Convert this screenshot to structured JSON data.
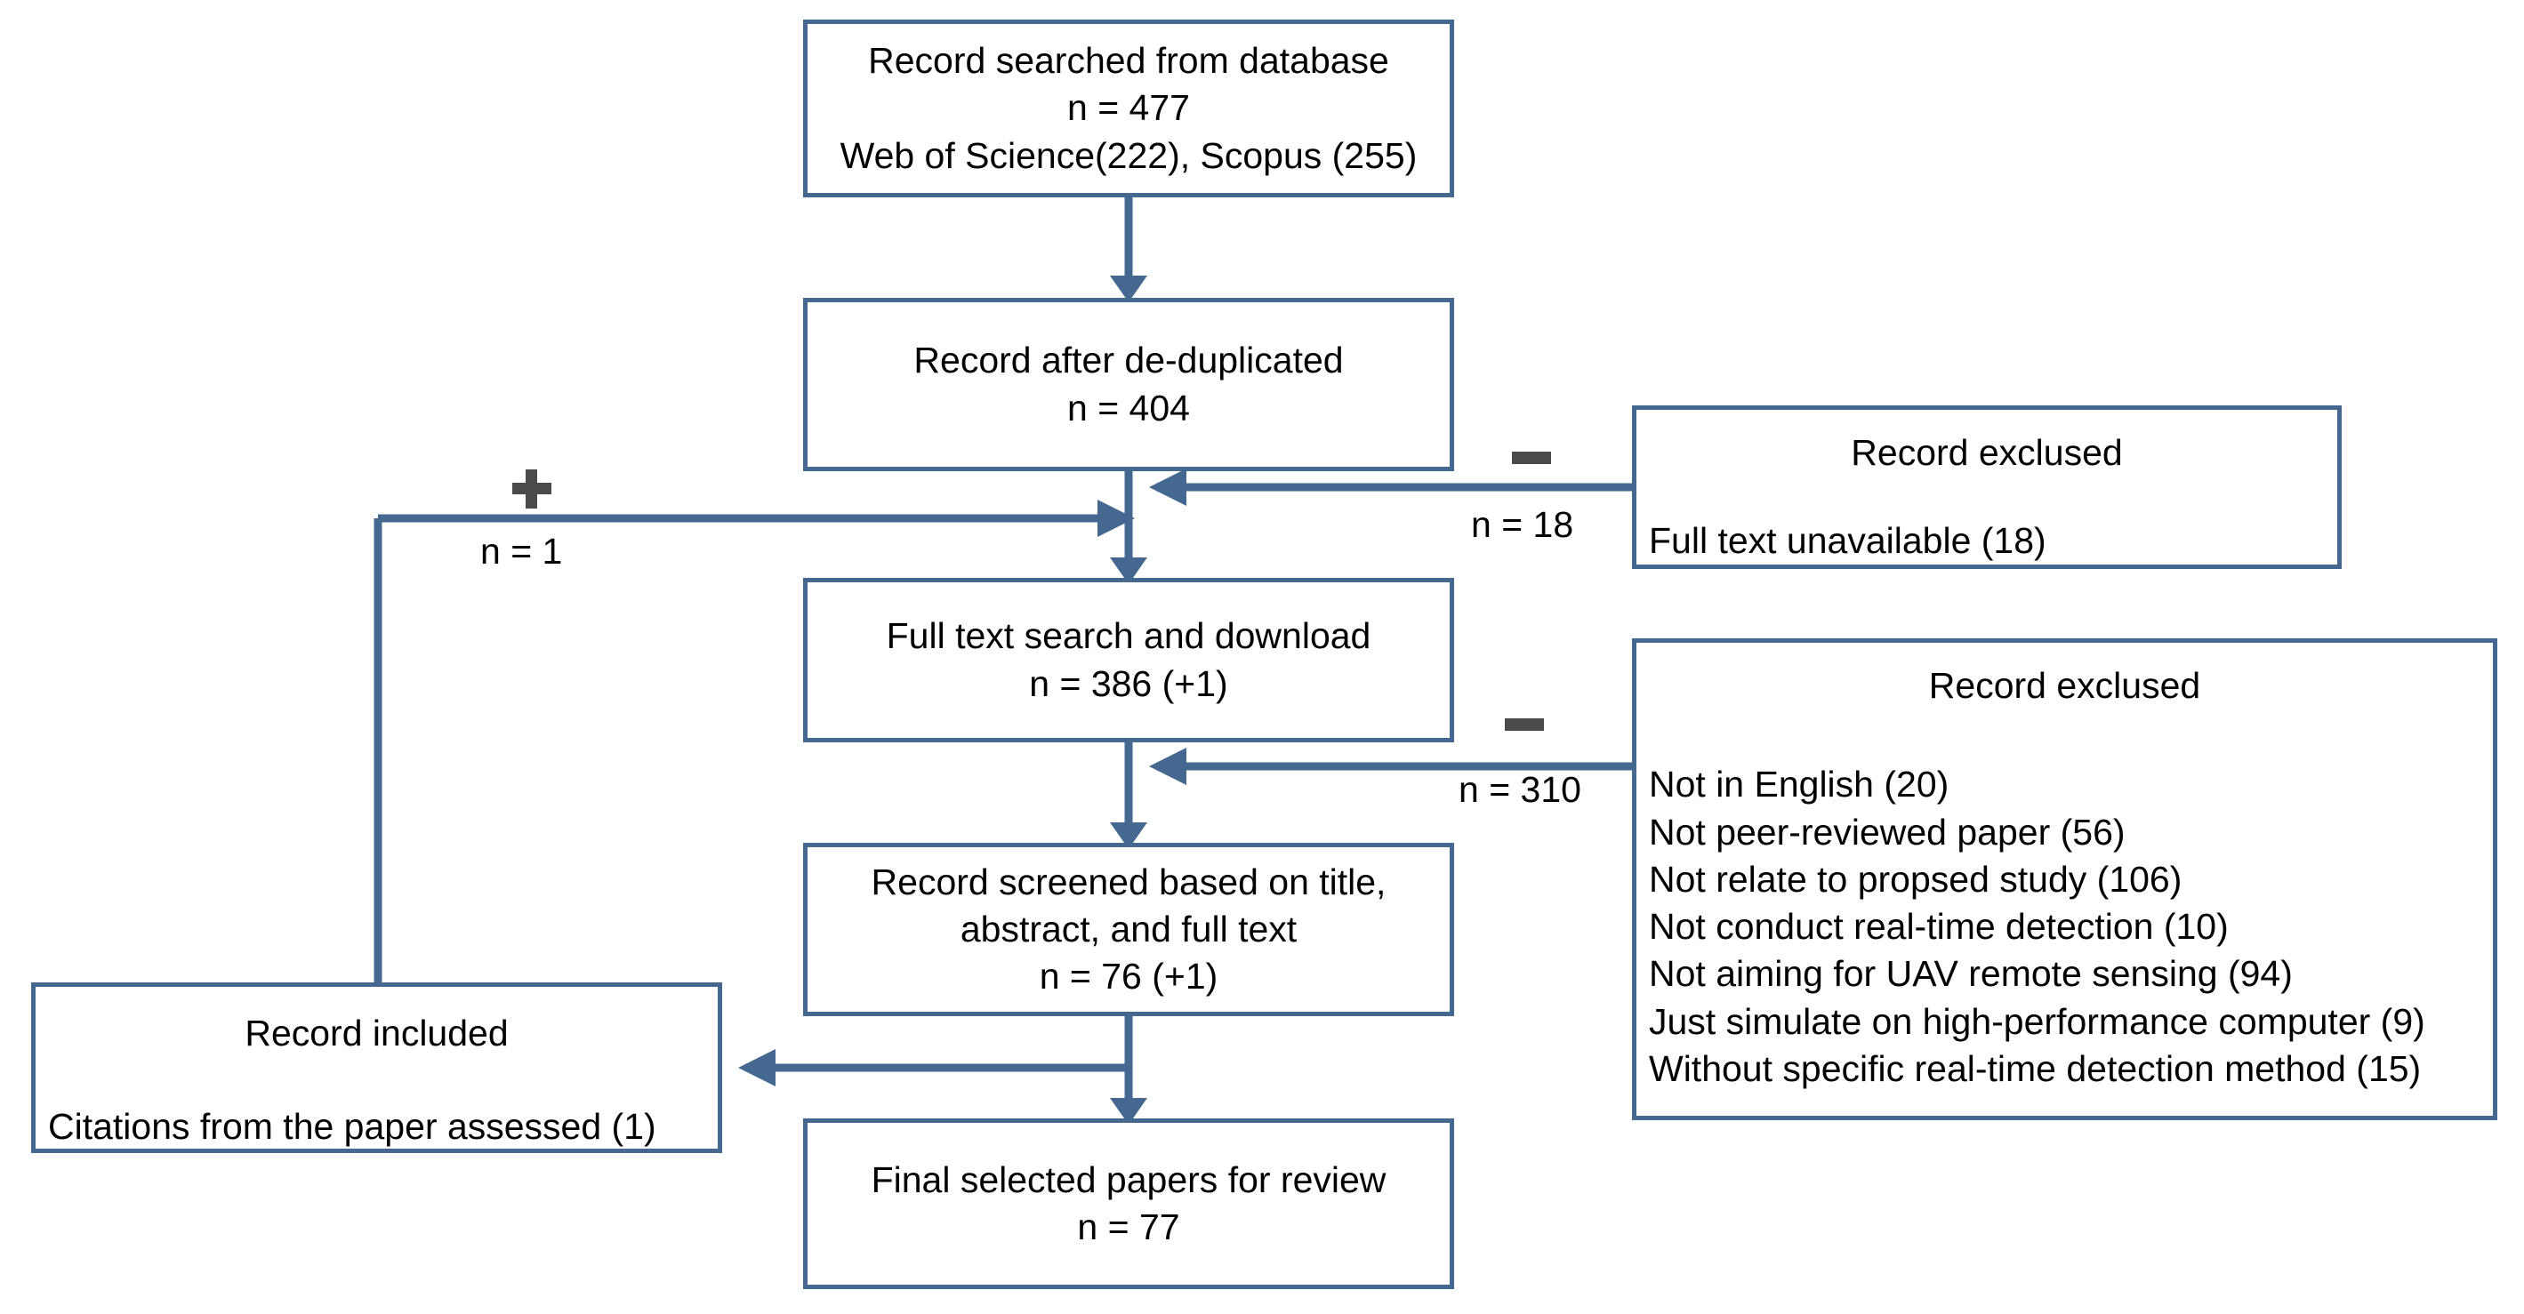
{
  "diagram": {
    "type": "prisma-flowchart",
    "title": "",
    "accent_color": "#44688F",
    "operator_color": "#4A4A4A",
    "background_color": "#FFFFFF"
  },
  "nodes": {
    "searched": {
      "lines": [
        "Record searched from database",
        "n = 477",
        "Web of Science(222), Scopus (255)"
      ]
    },
    "dedup": {
      "lines": [
        "Record after de-duplicated",
        "n = 404"
      ]
    },
    "fulltext": {
      "lines": [
        "Full text search and download",
        "n = 386 (+1)"
      ]
    },
    "screened": {
      "lines": [
        "Record screened based on title,",
        "abstract, and full text",
        "n = 76 (+1)"
      ]
    },
    "final": {
      "lines": [
        "Final selected papers for review",
        "n = 77"
      ]
    },
    "excluded_1": {
      "heading": "Record exclused",
      "reasons": [
        "Full text unavailable (18)"
      ]
    },
    "excluded_2": {
      "heading": "Record exclused",
      "reasons": [
        "Not in English (20)",
        "Not peer-reviewed paper (56)",
        "Not relate to propsed study (106)",
        "Not conduct real-time detection (10)",
        "Not aiming for UAV remote sensing (94)",
        "Just simulate on high-performance computer (9)",
        "Without specific real-time detection method (15)"
      ]
    },
    "included": {
      "heading": "Record included",
      "reasons": [
        "Citations from the paper assessed (1)"
      ]
    }
  },
  "edge_labels": {
    "added_citations": "n = 1",
    "excluded_fulltext": "n = 18",
    "excluded_screening": "n = 310"
  },
  "operators": {
    "plus": "+",
    "minus_fulltext": "−",
    "minus_screening": "−"
  }
}
